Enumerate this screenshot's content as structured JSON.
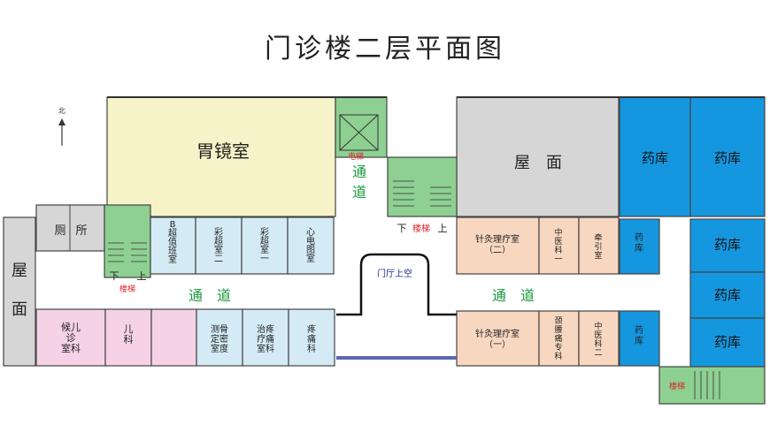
{
  "title": "门诊楼二层平面图",
  "compass": "北",
  "colors": {
    "yellow": "#f7f3c8",
    "gray": "#d6d6d6",
    "green": "#8ecf92",
    "lightblue": "#d4ebf6",
    "pink": "#f6d2e7",
    "peach": "#f8d7c0",
    "blue": "#1597df",
    "corridor": "#ffffff",
    "corridor_label": "#1a9a3c",
    "stair_label": "#d8262a",
    "lobby_label": "#1d2a86",
    "skylight_line": "#5b67b0"
  },
  "labels": {
    "weijing": "胃镜室",
    "wumian_top": "屋　面",
    "wumian_left_1": "屋",
    "wumian_left_2": "面",
    "cesuo_1": "厕",
    "cesuo_2": "所",
    "b_chao": "B\n超\n值\n班\n室",
    "caichao2": "彩\n超\n室\n二",
    "caichao1": "彩\n超\n室\n一",
    "xindian": "心\n电\n图\n室",
    "houer": "候儿\n诊\n室科",
    "erke": "儿\n科",
    "cegu": "测骨\n定密\n室度",
    "zhiteng": "治疼\n疗痛\n室科",
    "tengtong": "疼\n痛\n科",
    "zhenjiu2": "针灸理疗室\n（二）",
    "zhongyi1": "中\n医\n科\n一",
    "qianyin": "牵\n引\n室",
    "zhenjiu1": "针灸理疗室\n（一）",
    "jingyao": "颈\n腰\n痛\n专\n科",
    "zhongyi2": "中\n医\n科\n二",
    "yaoku_small1": "药\n库",
    "yaoku_small2": "药\n库",
    "yaoku": "药库",
    "corridor_top_1": "通",
    "corridor_top_2": "道",
    "corridor_left": "通　道",
    "corridor_right": "通　道",
    "lobby": "门厅上空",
    "elevator": "电梯",
    "stair": "楼梯",
    "stair_small": "楼梯",
    "down": "下",
    "up": "上"
  }
}
